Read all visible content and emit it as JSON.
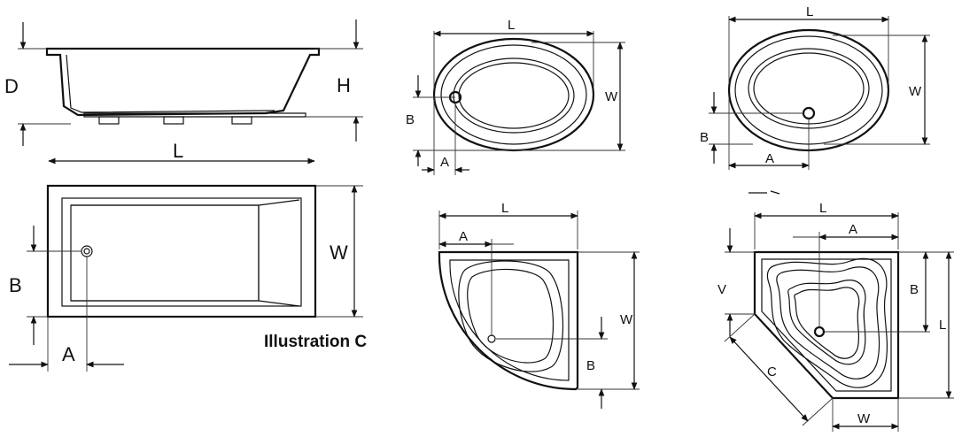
{
  "caption": "Illustration C",
  "side_view": {
    "D": "D",
    "H": "H",
    "L": "L"
  },
  "rect_tub": {
    "W": "W",
    "B": "B",
    "A": "A"
  },
  "oval_small": {
    "L": "L",
    "W": "W",
    "B": "B",
    "A": "A"
  },
  "oval_right": {
    "L": "L",
    "W": "W",
    "B": "B",
    "A": "A"
  },
  "quarter_tub": {
    "L": "L",
    "A": "A",
    "W": "W",
    "B": "B"
  },
  "corner_tub": {
    "L_top": "L",
    "A": "A",
    "V": "V",
    "B": "B",
    "L_right": "L",
    "C": "C",
    "W": "W"
  },
  "colors": {
    "line": "#111111",
    "background": "#ffffff"
  }
}
